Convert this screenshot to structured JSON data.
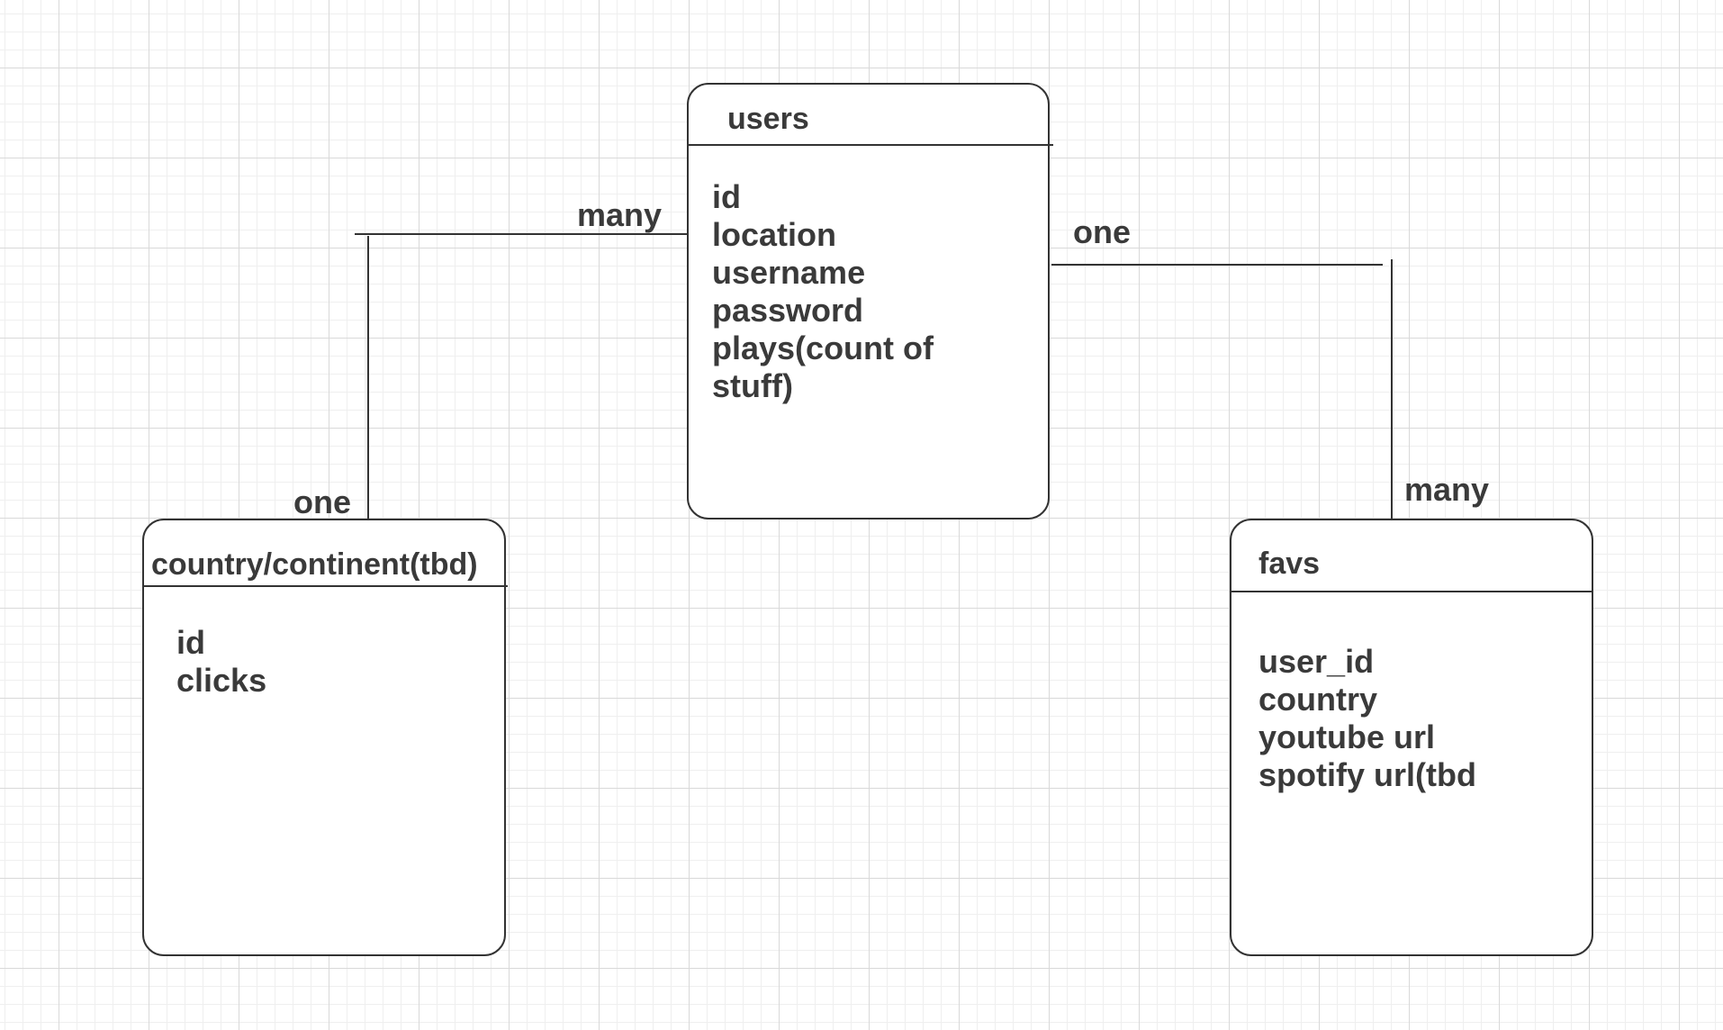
{
  "diagram": {
    "colors": {
      "line": "#333333",
      "text": "#3a3a3a",
      "background": "#ffffff",
      "grid_major": "#d9d9d9",
      "grid_minor": "#efefef"
    },
    "entities": {
      "users": {
        "title": "users",
        "fields": [
          "id",
          "location",
          "username",
          "password",
          "plays(count of",
          "stuff)"
        ]
      },
      "country": {
        "title": "country/continent(tbd)",
        "fields": [
          "id",
          "clicks"
        ]
      },
      "favs": {
        "title": "favs",
        "fields": [
          "user_id",
          "country",
          "youtube url",
          "spotify url(tbd"
        ]
      }
    },
    "relationships": [
      {
        "from": "country",
        "to": "users",
        "users_end": "many",
        "other_end": "one"
      },
      {
        "from": "users",
        "to": "favs",
        "users_end": "one",
        "other_end": "many"
      }
    ]
  }
}
